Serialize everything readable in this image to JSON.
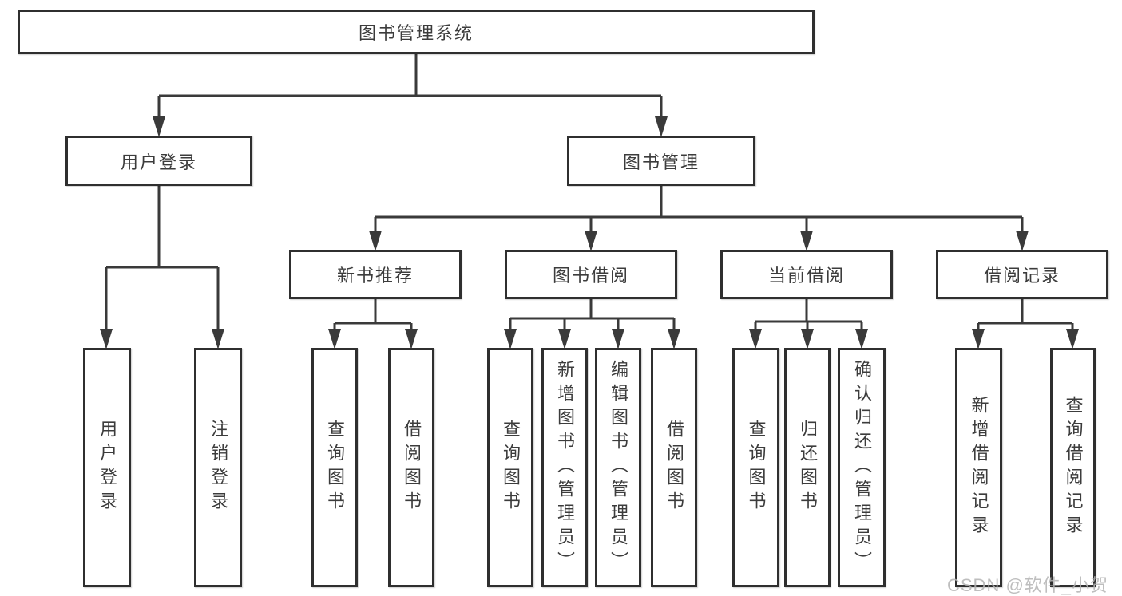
{
  "colors": {
    "line": "#3a3a3a",
    "box_border": "#2f2f2f",
    "text": "#3c3c3c",
    "watermark": "#b3b3b3"
  },
  "watermark": {
    "text": "CSDN @软件_小贺同学"
  },
  "tree": {
    "label": "图书管理系统",
    "children": [
      {
        "label": "用户登录",
        "children": [
          {
            "label": "用户登录"
          },
          {
            "label": "注销登录"
          }
        ]
      },
      {
        "label": "图书管理",
        "children": [
          {
            "label": "新书推荐",
            "children": [
              {
                "label": "查询图书"
              },
              {
                "label": "借阅图书"
              }
            ]
          },
          {
            "label": "图书借阅",
            "children": [
              {
                "label": "查询图书"
              },
              {
                "label": "新增图书（管理员）"
              },
              {
                "label": "编辑图书（管理员）"
              },
              {
                "label": "借阅图书"
              }
            ]
          },
          {
            "label": "当前借阅",
            "children": [
              {
                "label": "查询图书"
              },
              {
                "label": "归还图书"
              },
              {
                "label": "确认归还（管理员）"
              }
            ]
          },
          {
            "label": "借阅记录",
            "children": [
              {
                "label": "新增借阅记录"
              },
              {
                "label": "查询借阅记录"
              }
            ]
          }
        ]
      }
    ]
  }
}
